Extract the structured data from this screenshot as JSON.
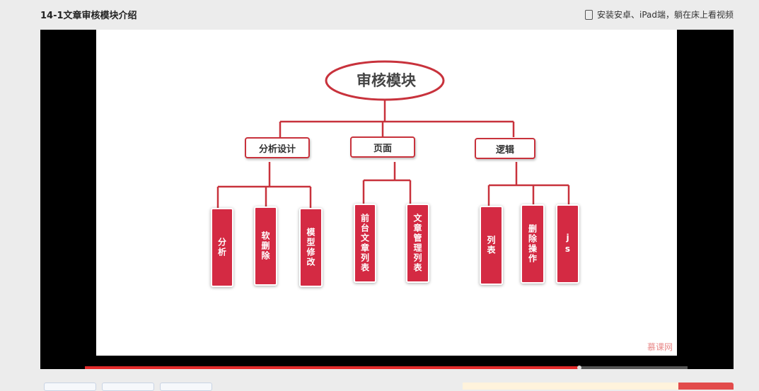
{
  "header": {
    "title": "14-1文章审核模块介绍",
    "promo": "安装安卓、iPad端，躺在床上看视频",
    "promo_icon": "tablet-icon"
  },
  "slide": {
    "root": "审核模块",
    "groups": [
      {
        "label": "分析设计",
        "children": [
          "分析",
          "软删除",
          "模型修改"
        ]
      },
      {
        "label": "页面",
        "children": [
          "前台文章列表",
          "文章管理列表"
        ]
      },
      {
        "label": "逻辑",
        "children": [
          "列表",
          "删除操作",
          "js"
        ]
      }
    ],
    "watermark": "慕课网",
    "colors": {
      "accent": "#c8323c",
      "leaf": "#d42a43"
    }
  },
  "player": {
    "progress": 0.82
  }
}
